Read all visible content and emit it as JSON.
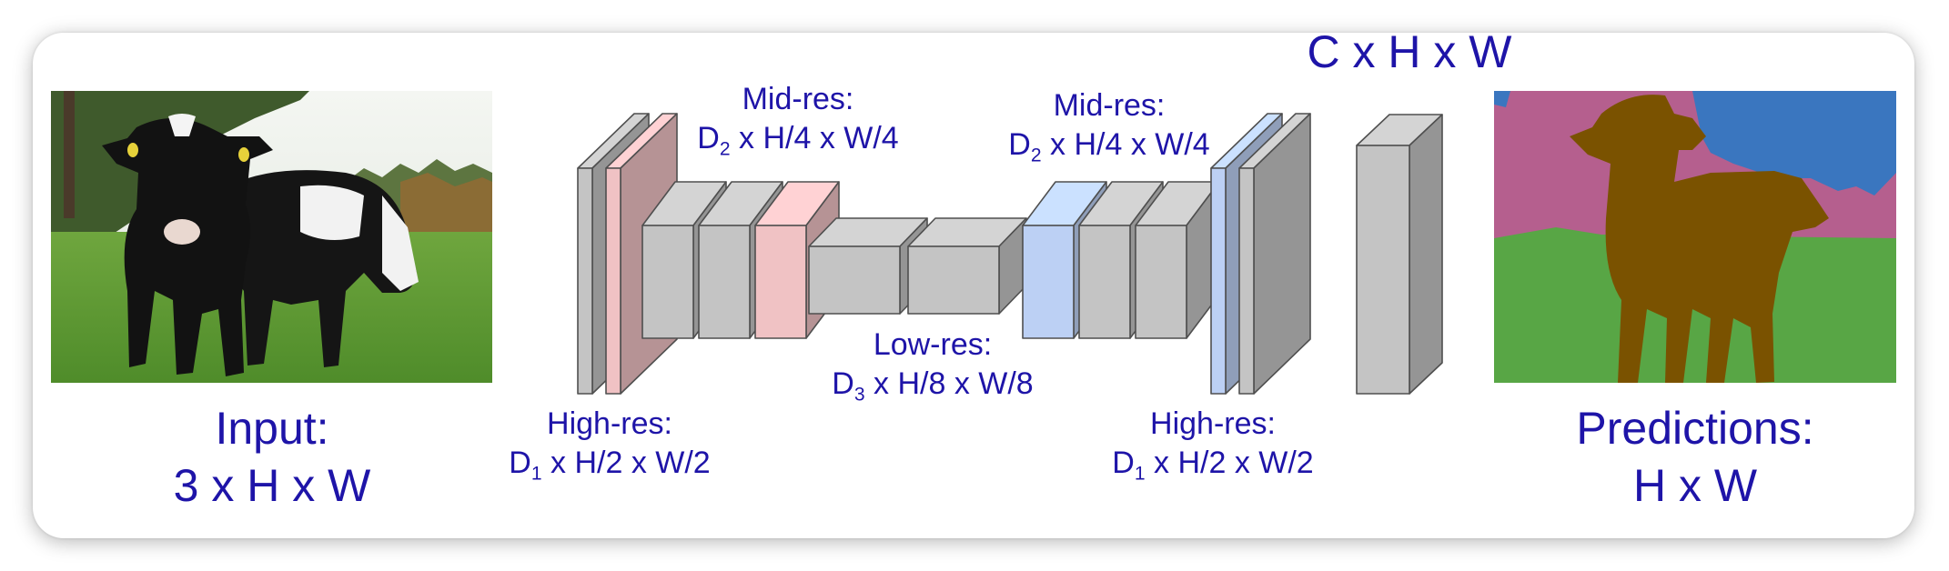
{
  "input": {
    "title": "Input:",
    "dims": "3 x H x W"
  },
  "output": {
    "title": "Predictions:",
    "dims": "H x W"
  },
  "channels_label": "C x H x W",
  "stages": {
    "high_res_left": {
      "title": "High-res:",
      "pre": "D",
      "sub": "1",
      "post": " x H/2 x W/2"
    },
    "mid_res_left": {
      "title": "Mid-res:",
      "pre": "D",
      "sub": "2",
      "post": " x H/4 x W/4"
    },
    "low_res": {
      "title": "Low-res:",
      "pre": "D",
      "sub": "3",
      "post": " x H/8 x W/8"
    },
    "mid_res_right": {
      "title": "Mid-res:",
      "pre": "D",
      "sub": "2",
      "post": " x H/4 x W/4"
    },
    "high_res_right": {
      "title": "High-res:",
      "pre": "D",
      "sub": "1",
      "post": " x H/2 x W/2"
    }
  },
  "colors": {
    "text": "#1e14a8",
    "block_gray": "#c4c4c4",
    "block_pink": "#f0c2c4",
    "block_blue": "#bcd0f4",
    "seg_grass": "#58a645",
    "seg_sky": "#b55f8e",
    "seg_tree": "#3a76bf",
    "seg_cow": "#7a5200"
  }
}
